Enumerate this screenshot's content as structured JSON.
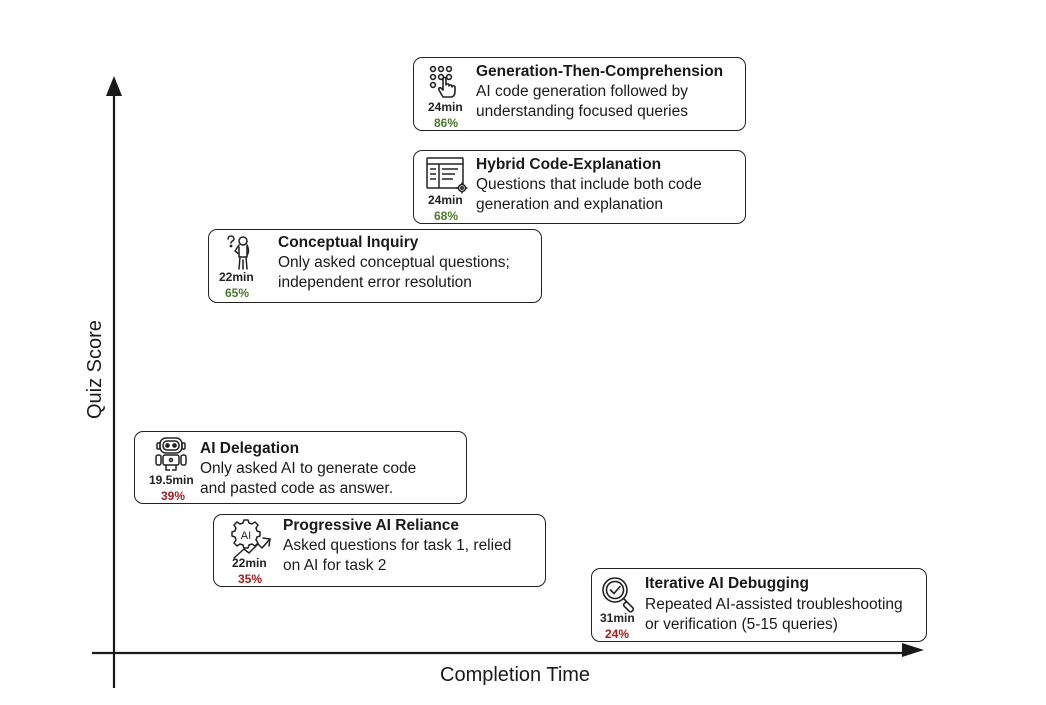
{
  "axes": {
    "x_label": "Completion Time",
    "y_label": "Quiz Score"
  },
  "colors": {
    "high_score": "#4a7a2e",
    "low_score": "#a02020",
    "axis": "#1a1a1a"
  },
  "patterns": [
    {
      "id": "generation-then-comprehension",
      "title": "Generation-Then-Comprehension",
      "desc_line1": "AI code generation followed by",
      "desc_line2": "understanding focused queries",
      "time": "24min",
      "score": "86%",
      "score_level": "high",
      "icon": "touch-grid-icon"
    },
    {
      "id": "hybrid-code-explanation",
      "title": "Hybrid Code-Explanation",
      "desc_line1": "Questions that include both code",
      "desc_line2": "generation and explanation",
      "time": "24min",
      "score": "68%",
      "score_level": "high",
      "icon": "document-gear-icon"
    },
    {
      "id": "conceptual-inquiry",
      "title": "Conceptual Inquiry",
      "desc_line1": "Only asked conceptual questions;",
      "desc_line2": "independent error resolution",
      "time": "22min",
      "score": "65%",
      "score_level": "high",
      "icon": "thinking-person-icon"
    },
    {
      "id": "ai-delegation",
      "title": "AI Delegation",
      "desc_line1": "Only asked AI to generate code",
      "desc_line2": "and pasted code as answer.",
      "time": "19.5min",
      "score": "39%",
      "score_level": "low",
      "icon": "robot-icon"
    },
    {
      "id": "progressive-ai-reliance",
      "title": "Progressive AI Reliance",
      "desc_line1": "Asked questions for task 1, relied",
      "desc_line2": "on AI for task 2",
      "time": "22min",
      "score": "35%",
      "score_level": "low",
      "icon": "ai-gear-growth-icon",
      "icon_text": "AI"
    },
    {
      "id": "iterative-ai-debugging",
      "title": "Iterative AI Debugging",
      "desc_line1": "Repeated AI-assisted troubleshooting",
      "desc_line2": "or verification (5-15 queries)",
      "time": "31min",
      "score": "24%",
      "score_level": "low",
      "icon": "magnifier-check-icon"
    }
  ]
}
